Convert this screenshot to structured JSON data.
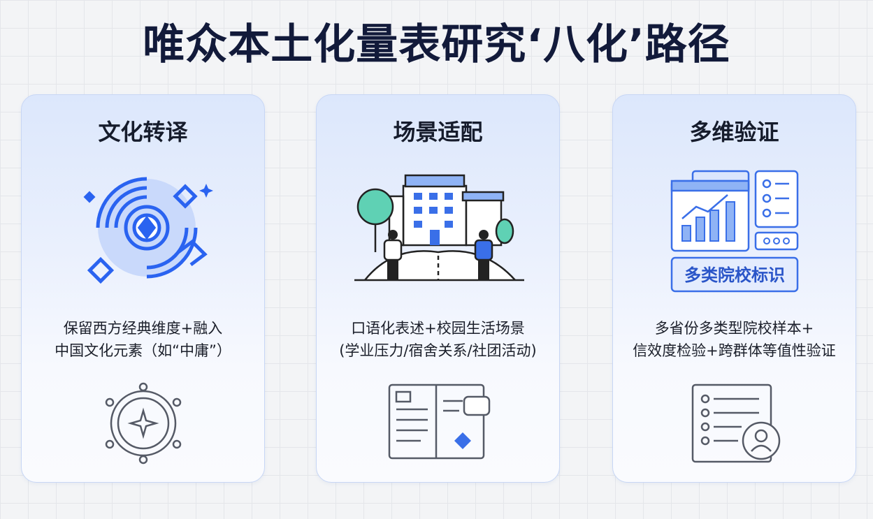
{
  "title": "唯众本土化量表研究‘八化’路径",
  "cards": [
    {
      "title": "文化转译",
      "desc_line1": "保留西方经典维度+融入",
      "desc_line2": "中国文化元素（如“中庸”）",
      "icon": "concentric-culture-icon",
      "footer_icon": "compass-star-icon"
    },
    {
      "title": "场景适配",
      "desc_line1": "口语化表述+校园生活场景",
      "desc_line2": "(学业压力/宿舍关系/社团活动)",
      "icon": "campus-building-icon",
      "footer_icon": "open-book-chat-icon"
    },
    {
      "title": "多维验证",
      "desc_line1": "多省份多类型院校样本+",
      "desc_line2": "信效度检验+跨群体等值性验证",
      "icon": "dashboard-chart-icon",
      "badge": "多类院校标识",
      "footer_icon": "user-checklist-icon"
    }
  ],
  "colors": {
    "accent": "#2a63f0",
    "title": "#121a3a",
    "tree": "#5fd1b4"
  }
}
